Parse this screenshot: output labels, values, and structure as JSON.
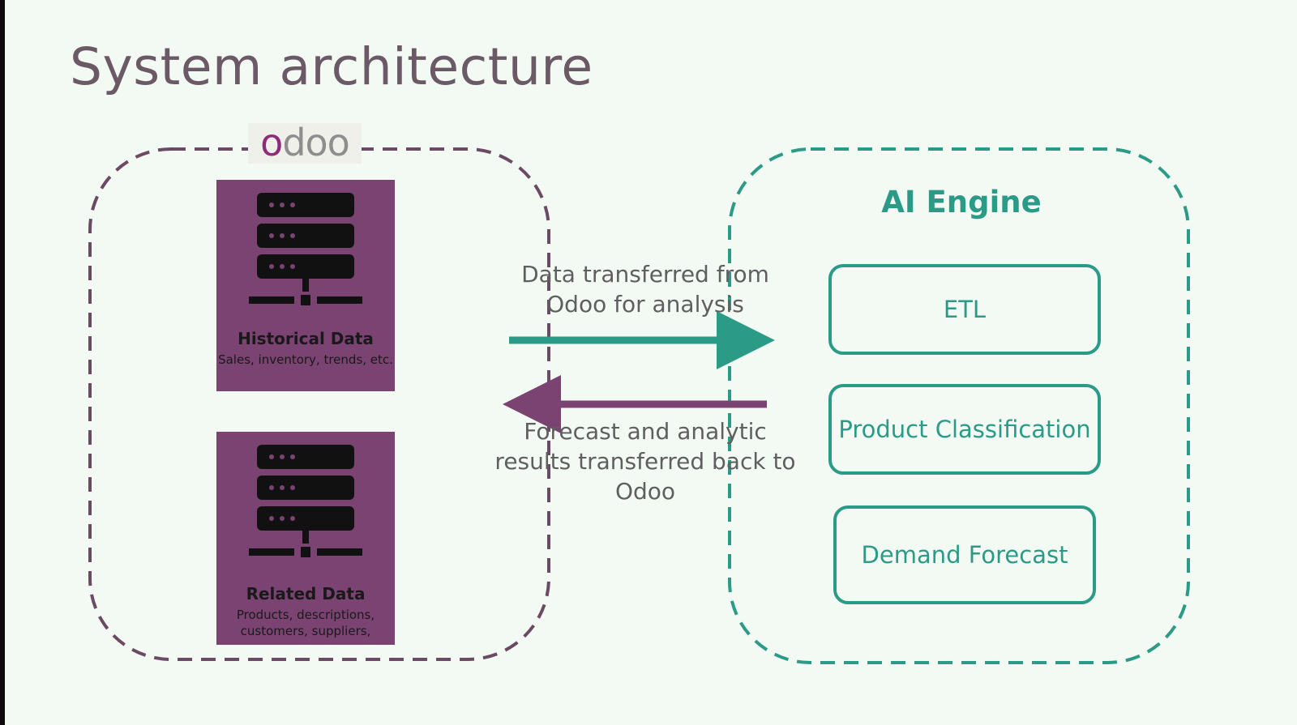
{
  "slide": {
    "title": "System architecture"
  },
  "odoo_section": {
    "logo_text": "odoo",
    "boundary_color": "#6b4a63",
    "box_color": "#7a4372",
    "databases": [
      {
        "icon": "server-icon",
        "title": "Historical Data",
        "subtitle": "Sales, inventory, trends, etc."
      },
      {
        "icon": "server-icon",
        "title": "Related Data",
        "subtitle": "Products, descriptions, customers, suppliers,"
      }
    ]
  },
  "flows": {
    "to_engine": {
      "label": "Data transferred from Odoo for analysis",
      "color": "#2b9a87",
      "direction": "right"
    },
    "to_odoo": {
      "label": "Forecast and analytic results transferred back to Odoo",
      "color": "#7a4372",
      "direction": "left"
    }
  },
  "ai_engine": {
    "title": "AI Engine",
    "color": "#2b9a87",
    "modules": [
      "ETL",
      "Product Classification",
      "Demand Forecast"
    ]
  }
}
